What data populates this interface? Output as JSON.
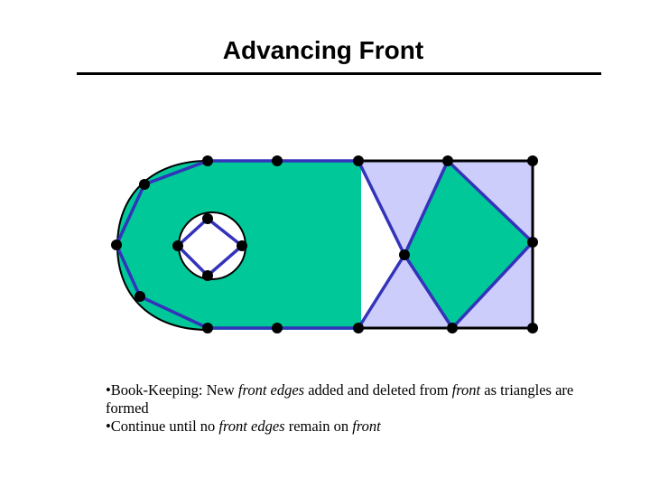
{
  "slide": {
    "title": "Advancing Front"
  },
  "colors": {
    "meshed_region": "#00c899",
    "unmeshed_region": "#cccdfb",
    "front_edge": "#3333bb",
    "boundary": "#000000",
    "node": "#000000"
  },
  "bullets": [
    {
      "bullet": "•",
      "parts": [
        {
          "text": "Book-Keeping:  New ",
          "italic": false
        },
        {
          "text": "front edges",
          "italic": true
        },
        {
          "text": " added and deleted from ",
          "italic": false
        },
        {
          "text": "front",
          "italic": true
        },
        {
          "text": " as triangles are formed",
          "italic": false
        }
      ]
    },
    {
      "bullet": "•",
      "parts": [
        {
          "text": "Continue until no ",
          "italic": false
        },
        {
          "text": "front edges",
          "italic": true
        },
        {
          "text": " remain on ",
          "italic": false
        },
        {
          "text": "front",
          "italic": true
        }
      ]
    }
  ]
}
